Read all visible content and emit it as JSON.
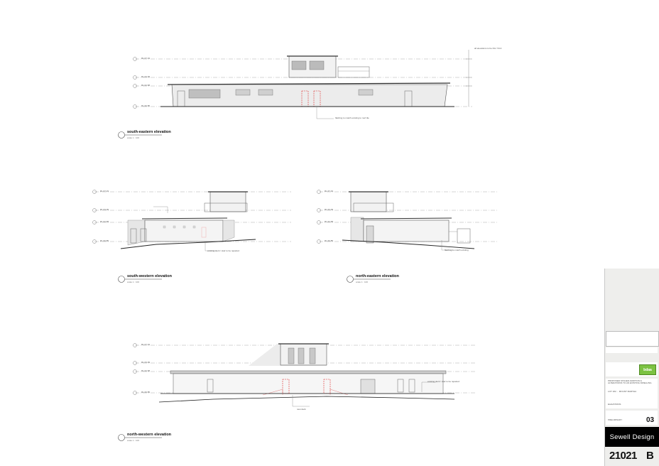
{
  "views": [
    {
      "id": "south-eastern",
      "title": "south-eastern elevation",
      "scale": "scale 1 : 100",
      "note": "flashing to match existing to roof tile",
      "level_labels": [
        "RL 67.19",
        "RL 63.09",
        "RL 62.68",
        "RL 60.85"
      ],
      "height_note": "all elevations to be DA / VCA"
    },
    {
      "id": "south-western",
      "title": "south-western elevation",
      "scale": "scale 1 : 100",
      "note": "existing deck / stair to be repaired",
      "level_labels": [
        "RL 67.19",
        "RL 63.09",
        "RL 62.68",
        "RL 60.85"
      ]
    },
    {
      "id": "north-eastern",
      "title": "north-eastern elevation",
      "scale": "scale 1 : 100",
      "note": "flashing to match existing",
      "level_labels": [
        "RL 67.19",
        "RL 63.09",
        "RL 62.68",
        "RL 60.85"
      ]
    },
    {
      "id": "north-western",
      "title": "north-western elevation",
      "scale": "scale 1 : 100",
      "note": "existing deck / stair to be repaired",
      "note2": "new deck",
      "level_labels": [
        "RL 67.19",
        "RL 63.09",
        "RL 62.68",
        "RL 60.85"
      ]
    }
  ],
  "title_block": {
    "logo_text": "bdaa",
    "project": "PROPOSED STAGED ADDITION & ALTERATIONS TO AN EXISTING DWELLING",
    "address": "LOT 182 ... MOUNT MARTHA",
    "drawing": "ELEVATIONS",
    "status": "PRELIMINARY",
    "sheet_number": "03",
    "brand": "Sewell Design",
    "job_number": "21021",
    "revision": "B"
  },
  "colors": {
    "line": "#555555",
    "red_markup": "#e03030",
    "fill": "#e8e8e8",
    "title_strip": "#eeeeec",
    "brand_bg": "#000000",
    "logo_green": "#7cc242"
  }
}
